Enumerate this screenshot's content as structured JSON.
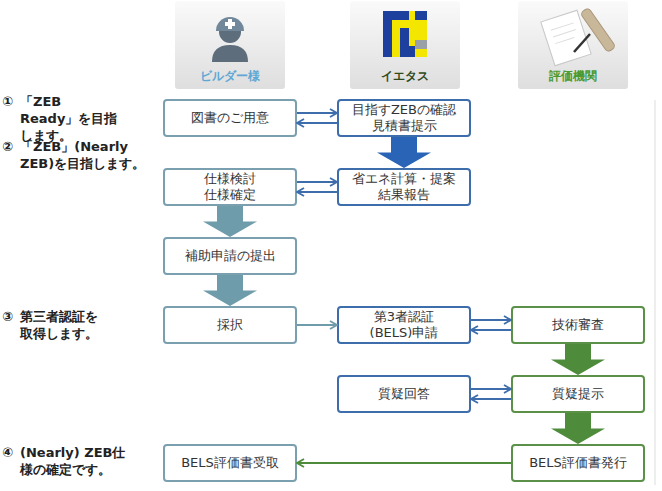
{
  "diagram": {
    "nodes": [
      {
        "text": [
          "図書のご用意"
        ]
      },
      {
        "text": [
          "目指すZEBの確認 見積書提示"
        ]
      },
      {
        "text": [
          "仕様検討 仕様確定"
        ]
      },
      {
        "text": [
          "省エネ計算・提案 結果報告"
        ]
      },
      {
        "text": [
          "補助申請の提出"
        ]
      },
      {
        "text": [
          "採択"
        ]
      },
      {
        "text": [
          "第3者認証 (BELS)申請"
        ]
      },
      {
        "text": [
          "技術審査"
        ]
      },
      {
        "text": [
          "質疑回答"
        ]
      },
      {
        "text": [
          "質疑提示"
        ]
      },
      {
        "text": [
          "BELS評価書受取"
        ]
      },
      {
        "text": [
          "BELS評価書発行"
        ]
      }
    ],
    "edges": [
      {
        "from": 0,
        "to": 1,
        "arrow": "to"
      },
      {
        "from": 1,
        "to": 0,
        "arrow": "to"
      },
      {
        "from": 1,
        "to": 3,
        "arrow": "to"
      },
      {
        "from": 2,
        "to": 3,
        "arrow": "to"
      },
      {
        "from": 3,
        "to": 2,
        "arrow": "to"
      },
      {
        "from": 2,
        "to": 4,
        "arrow": "to"
      },
      {
        "from": 4,
        "to": 5,
        "arrow": "to"
      },
      {
        "from": 5,
        "to": 6,
        "arrow": "to"
      },
      {
        "from": 6,
        "to": 7,
        "arrow": "to"
      },
      {
        "from": 7,
        "to": 6,
        "arrow": "to"
      },
      {
        "from": 7,
        "to": 9,
        "arrow": "to"
      },
      {
        "from": 9,
        "to": 11,
        "arrow": "to"
      },
      {
        "from": 8,
        "to": 9,
        "arrow": "to"
      },
      {
        "from": 9,
        "to": 8,
        "arrow": "to"
      },
      {
        "from": 11,
        "to": 10,
        "arrow": "to"
      }
    ],
    "labels": [
      "ビルダー様",
      "イエタス",
      "評価機関",
      "①",
      "「ZEB Ready」を目指します。",
      "②",
      "「ZEB」(Nearly ZEB)を目指します。",
      "③",
      "第三者認証を取得します。",
      "④",
      "(Nearly) ZEB仕様の確定です。"
    ]
  }
}
